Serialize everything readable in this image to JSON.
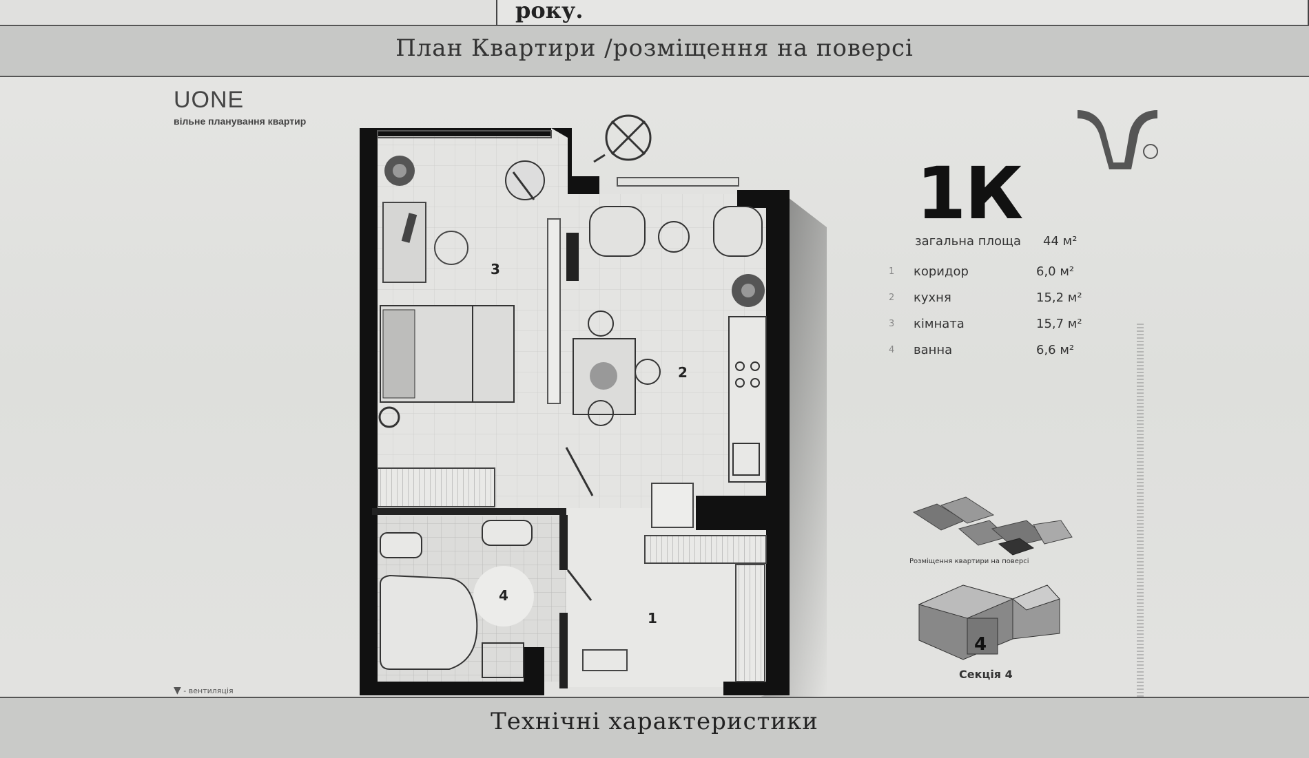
{
  "header": {
    "top_text": "року.",
    "title": "План Квартири /розміщення на поверсі"
  },
  "brand": {
    "name": "UONE",
    "subtitle": "вільне планування квартир"
  },
  "apartment": {
    "type": "1К",
    "total_label": "загальна площа",
    "total_value": "44 м²",
    "rooms": [
      {
        "number": "1",
        "name": "коридор",
        "area": "6,0 м²"
      },
      {
        "number": "2",
        "name": "кухня",
        "area": "15,2 м²"
      },
      {
        "number": "3",
        "name": "кімната",
        "area": "15,7 м²"
      },
      {
        "number": "4",
        "name": "ванна",
        "area": "6,6 м²"
      }
    ]
  },
  "plan_labels": {
    "room1": "1",
    "room2": "2",
    "room3": "3",
    "room4": "4"
  },
  "location": {
    "floor_caption": "Розміщення квартири на поверсі",
    "section_number": "4",
    "section_caption": "Секція 4"
  },
  "legend": {
    "ventilation": "- вентиляція"
  },
  "footer": {
    "title": "Технічні характеристики"
  }
}
